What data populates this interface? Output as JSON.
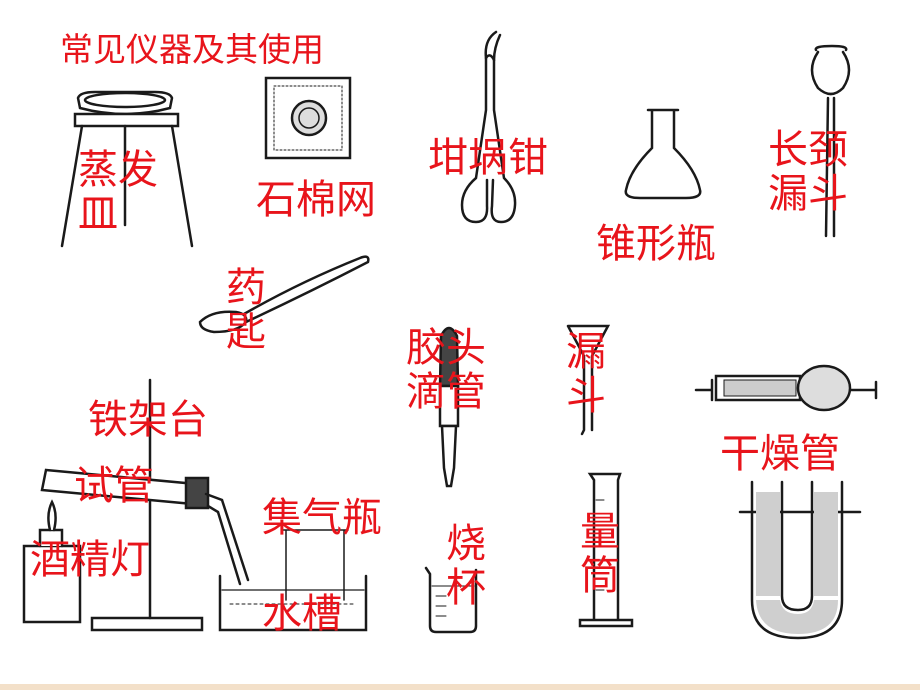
{
  "title": "常见仪器及其使用",
  "labels": {
    "evaporating_dish": "蒸发皿",
    "asbestos_net": "石棉网",
    "crucible_tongs": "坩埚钳",
    "erlenmeyer_flask": "锥形瓶",
    "long_neck_funnel": "长颈漏斗",
    "spoon": "药匙",
    "dropper": "胶头滴管",
    "funnel": "漏斗",
    "drying_tube": "干燥管",
    "iron_stand": "铁架台",
    "test_tube": "试管",
    "alcohol_lamp": "酒精灯",
    "gas_jar": "集气瓶",
    "water_trough": "水槽",
    "beaker": "烧杯",
    "measuring_cylinder": "量筒"
  },
  "colors": {
    "label": "#e8141b",
    "line": "#1a1a1a",
    "bar": "#f3e0c9"
  }
}
